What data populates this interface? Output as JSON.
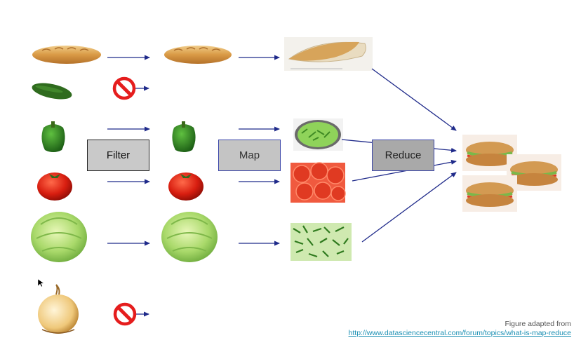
{
  "steps": {
    "filter": "Filter",
    "map": "Map",
    "reduce": "Reduce"
  },
  "ingredients": [
    "bread",
    "cucumber",
    "green-pepper",
    "tomato",
    "lettuce",
    "onion"
  ],
  "rejected": [
    "cucumber",
    "onion"
  ],
  "colors": {
    "arrow": "#1f2a8a",
    "no_sign": "#e51d1d",
    "link": "#1a8fb3"
  },
  "caption": {
    "text": "Figure adapted from",
    "link": "http://www.datasciencecentral.com/forum/topics/what-is-map-reduce"
  }
}
